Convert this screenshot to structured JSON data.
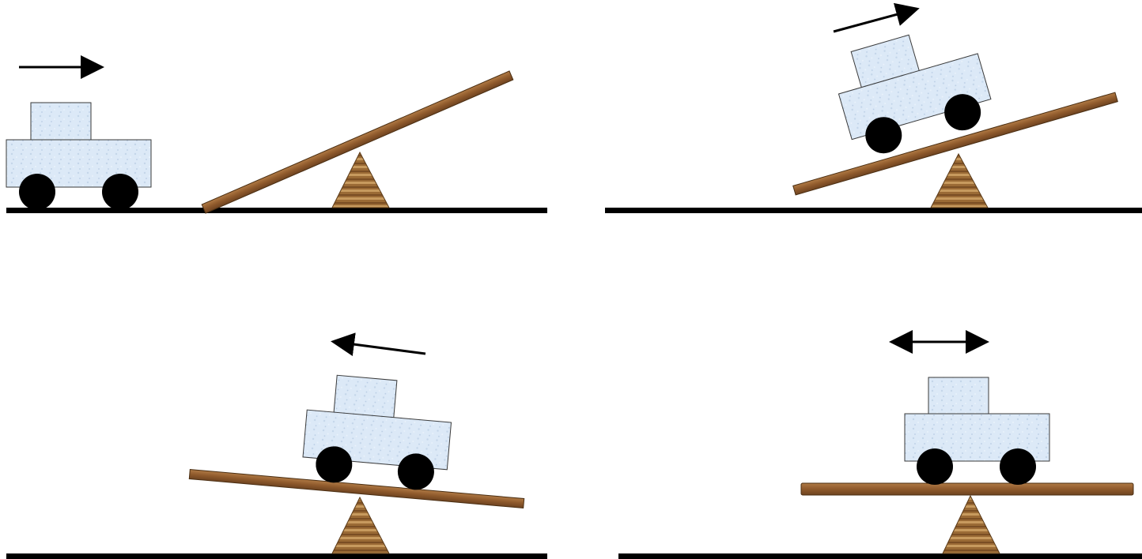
{
  "colors": {
    "background": "#ffffff",
    "ground": "#000000",
    "plank": "#8f5a2c",
    "plank_light": "#b07a45",
    "fulcrum": "#9a6a35",
    "fulcrum_light": "#c79a5e",
    "car_body": "#dce9f7",
    "car_outline": "#3a3a3a",
    "wheel": "#000000",
    "arrow": "#000000"
  },
  "panels": [
    {
      "id": "panel-1",
      "motion": "right",
      "plank_state": "tilted-left-end-down",
      "arrow_icon": "right-arrow-icon"
    },
    {
      "id": "panel-2",
      "motion": "up-right",
      "plank_state": "tilted-left-end-down",
      "arrow_icon": "right-arrow-icon"
    },
    {
      "id": "panel-3",
      "motion": "left",
      "plank_state": "tilted-right-end-down",
      "arrow_icon": "left-arrow-icon"
    },
    {
      "id": "panel-4",
      "motion": "both",
      "plank_state": "level",
      "arrow_icon": "double-arrow-icon"
    }
  ]
}
